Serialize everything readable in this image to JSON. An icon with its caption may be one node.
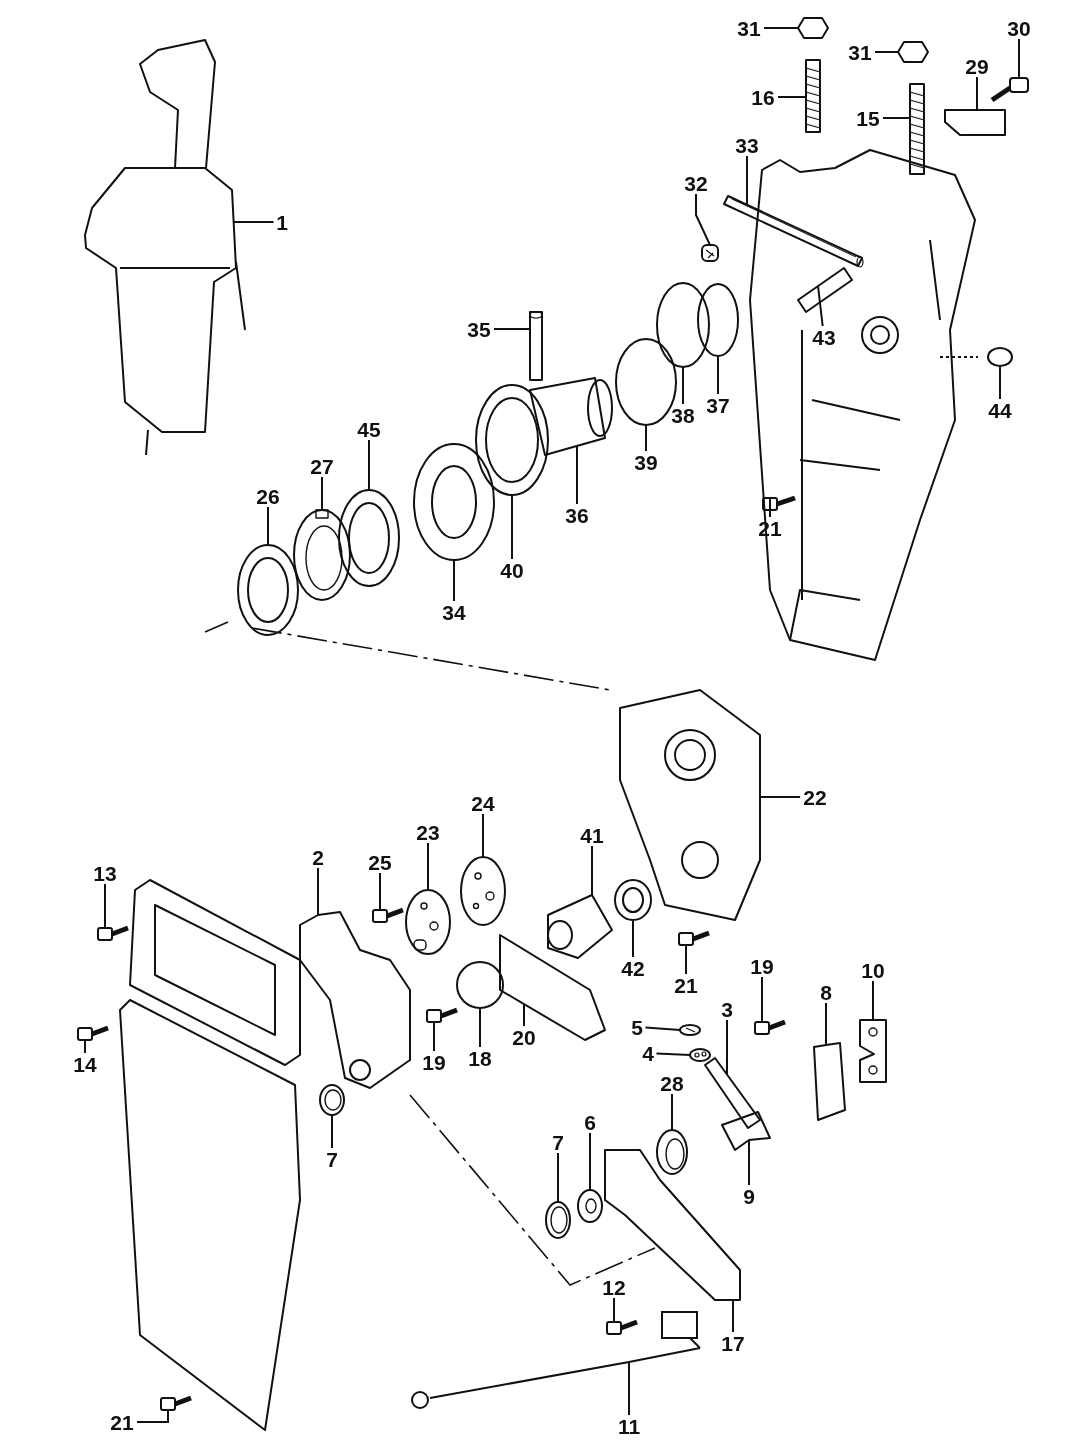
{
  "diagram": {
    "nodes": [
      {
        "text": [
          "31"
        ]
      },
      {
        "text": [
          "30"
        ]
      },
      {
        "text": [
          "31"
        ]
      },
      {
        "text": [
          "29"
        ]
      },
      {
        "text": [
          "16"
        ]
      },
      {
        "text": [
          "15"
        ]
      },
      {
        "text": [
          "33"
        ]
      },
      {
        "text": [
          "32"
        ]
      },
      {
        "text": [
          "1"
        ]
      },
      {
        "text": [
          "35"
        ]
      },
      {
        "text": [
          "43"
        ]
      },
      {
        "text": [
          "37"
        ]
      },
      {
        "text": [
          "44"
        ]
      },
      {
        "text": [
          "38"
        ]
      },
      {
        "text": [
          "45"
        ]
      },
      {
        "text": [
          "39"
        ]
      },
      {
        "text": [
          "27"
        ]
      },
      {
        "text": [
          "26"
        ]
      },
      {
        "text": [
          "36"
        ]
      },
      {
        "text": [
          "21"
        ]
      },
      {
        "text": [
          "40"
        ]
      },
      {
        "text": [
          "34"
        ]
      },
      {
        "text": [
          "22"
        ]
      },
      {
        "text": [
          "24"
        ]
      },
      {
        "text": [
          "23"
        ]
      },
      {
        "text": [
          "41"
        ]
      },
      {
        "text": [
          "2"
        ]
      },
      {
        "text": [
          "25"
        ]
      },
      {
        "text": [
          "13"
        ]
      },
      {
        "text": [
          "42"
        ]
      },
      {
        "text": [
          "19"
        ]
      },
      {
        "text": [
          "10"
        ]
      },
      {
        "text": [
          "21"
        ]
      },
      {
        "text": [
          "8"
        ]
      },
      {
        "text": [
          "3"
        ]
      },
      {
        "text": [
          "5"
        ]
      },
      {
        "text": [
          "20"
        ]
      },
      {
        "text": [
          "4"
        ]
      },
      {
        "text": [
          "18"
        ]
      },
      {
        "text": [
          "19"
        ]
      },
      {
        "text": [
          "14"
        ]
      },
      {
        "text": [
          "28"
        ]
      },
      {
        "text": [
          "6"
        ]
      },
      {
        "text": [
          "7"
        ]
      },
      {
        "text": [
          "7"
        ]
      },
      {
        "text": [
          "9"
        ]
      },
      {
        "text": [
          "12"
        ]
      },
      {
        "text": [
          "17"
        ]
      },
      {
        "text": [
          "11"
        ]
      },
      {
        "text": [
          "21"
        ]
      },
      {
        "text": [],
        "shape": "picture"
      },
      {
        "text": [],
        "shape": "picture"
      },
      {
        "text": [],
        "shape": "picture"
      },
      {
        "text": [],
        "shape": "picture"
      },
      {
        "text": [],
        "shape": "picture"
      },
      {
        "text": [],
        "shape": "picture"
      },
      {
        "text": [],
        "shape": "picture"
      },
      {
        "text": [],
        "shape": "picture"
      },
      {
        "text": [],
        "shape": "picture"
      },
      {
        "text": [],
        "shape": "picture"
      },
      {
        "text": [],
        "shape": "picture"
      },
      {
        "text": [],
        "shape": "picture"
      },
      {
        "text": [],
        "shape": "picture"
      },
      {
        "text": [],
        "shape": "picture"
      },
      {
        "text": [],
        "shape": "picture"
      },
      {
        "text": [],
        "shape": "picture"
      },
      {
        "text": [],
        "shape": "picture"
      },
      {
        "text": [],
        "shape": "picture"
      },
      {
        "text": [],
        "shape": "picture"
      },
      {
        "text": [],
        "shape": "picture"
      },
      {
        "text": [],
        "shape": "picture"
      },
      {
        "text": [],
        "shape": "picture"
      },
      {
        "text": [],
        "shape": "picture"
      },
      {
        "text": [],
        "shape": "picture"
      },
      {
        "text": [],
        "shape": "picture"
      },
      {
        "text": [],
        "shape": "picture"
      },
      {
        "text": [],
        "shape": "picture"
      },
      {
        "text": [],
        "shape": "picture"
      },
      {
        "text": [],
        "shape": "picture"
      },
      {
        "text": [],
        "shape": "picture"
      },
      {
        "text": [],
        "shape": "picture"
      },
      {
        "text": [],
        "shape": "picture"
      },
      {
        "text": [],
        "shape": "picture"
      },
      {
        "text": [],
        "shape": "picture"
      },
      {
        "text": [],
        "shape": "picture"
      },
      {
        "text": [],
        "shape": "picture"
      },
      {
        "text": [],
        "shape": "picture"
      },
      {
        "text": [],
        "shape": "picture"
      },
      {
        "text": [],
        "shape": "picture"
      },
      {
        "text": [],
        "shape": "picture"
      },
      {
        "text": [],
        "shape": "picture"
      },
      {
        "text": [],
        "shape": "picture"
      },
      {
        "text": [],
        "shape": "picture"
      },
      {
        "text": [],
        "shape": "picture"
      },
      {
        "text": [],
        "shape": "picture"
      },
      {
        "text": [],
        "shape": "picture"
      },
      {
        "text": [],
        "shape": "picture"
      },
      {
        "text": [],
        "shape": "picture"
      },
      {
        "text": [],
        "shape": "picture"
      },
      {
        "text": [],
        "shape": "picture"
      }
    ],
    "edges": [
      {
        "from": 0,
        "to": 50,
        "arrow": "none"
      },
      {
        "from": 1,
        "to": 51,
        "arrow": "none"
      },
      {
        "from": 2,
        "to": 52,
        "arrow": "none"
      },
      {
        "from": 3,
        "to": 53,
        "arrow": "none"
      },
      {
        "from": 4,
        "to": 54,
        "arrow": "none"
      },
      {
        "from": 5,
        "to": 55,
        "arrow": "none"
      },
      {
        "from": 6,
        "to": 56,
        "arrow": "none"
      },
      {
        "from": 7,
        "to": 57,
        "arrow": "none"
      },
      {
        "from": 8,
        "to": 58,
        "arrow": "none"
      },
      {
        "from": 9,
        "to": 59,
        "arrow": "none"
      },
      {
        "from": 10,
        "to": 60,
        "arrow": "none"
      },
      {
        "from": 11,
        "to": 61,
        "arrow": "none"
      },
      {
        "from": 12,
        "to": 62,
        "arrow": "none"
      },
      {
        "from": 13,
        "to": 63,
        "arrow": "none"
      },
      {
        "from": 14,
        "to": 64,
        "arrow": "none"
      },
      {
        "from": 15,
        "to": 65,
        "arrow": "none"
      },
      {
        "from": 16,
        "to": 66,
        "arrow": "none"
      },
      {
        "from": 17,
        "to": 67,
        "arrow": "none"
      },
      {
        "from": 18,
        "to": 68,
        "arrow": "none"
      },
      {
        "from": 19,
        "to": 69,
        "arrow": "none"
      },
      {
        "from": 20,
        "to": 70,
        "arrow": "none"
      },
      {
        "from": 21,
        "to": 71,
        "arrow": "none"
      },
      {
        "from": 22,
        "to": 72,
        "arrow": "none"
      },
      {
        "from": 23,
        "to": 73,
        "arrow": "none"
      },
      {
        "from": 24,
        "to": 74,
        "arrow": "none"
      },
      {
        "from": 25,
        "to": 75,
        "arrow": "none"
      },
      {
        "from": 26,
        "to": 76,
        "arrow": "none"
      },
      {
        "from": 27,
        "to": 77,
        "arrow": "none"
      },
      {
        "from": 28,
        "to": 78,
        "arrow": "none"
      },
      {
        "from": 29,
        "to": 79,
        "arrow": "none"
      },
      {
        "from": 30,
        "to": 80,
        "arrow": "none"
      },
      {
        "from": 31,
        "to": 81,
        "arrow": "none"
      },
      {
        "from": 32,
        "to": 82,
        "arrow": "none"
      },
      {
        "from": 33,
        "to": 83,
        "arrow": "none"
      },
      {
        "from": 34,
        "to": 84,
        "arrow": "none"
      },
      {
        "from": 35,
        "to": 85,
        "arrow": "none"
      },
      {
        "from": 36,
        "to": 86,
        "arrow": "none"
      },
      {
        "from": 37,
        "to": 87,
        "arrow": "none"
      },
      {
        "from": 38,
        "to": 88,
        "arrow": "none"
      },
      {
        "from": 39,
        "to": 89,
        "arrow": "none"
      },
      {
        "from": 40,
        "to": 90,
        "arrow": "none"
      },
      {
        "from": 41,
        "to": 91,
        "arrow": "none"
      },
      {
        "from": 42,
        "to": 92,
        "arrow": "none"
      },
      {
        "from": 43,
        "to": 93,
        "arrow": "none"
      },
      {
        "from": 44,
        "to": 94,
        "arrow": "none"
      },
      {
        "from": 45,
        "to": 95,
        "arrow": "none"
      },
      {
        "from": 46,
        "to": 96,
        "arrow": "none"
      },
      {
        "from": 47,
        "to": 97,
        "arrow": "none"
      },
      {
        "from": 48,
        "to": 98,
        "arrow": "none"
      },
      {
        "from": 49,
        "to": 99,
        "arrow": "none"
      }
    ]
  }
}
